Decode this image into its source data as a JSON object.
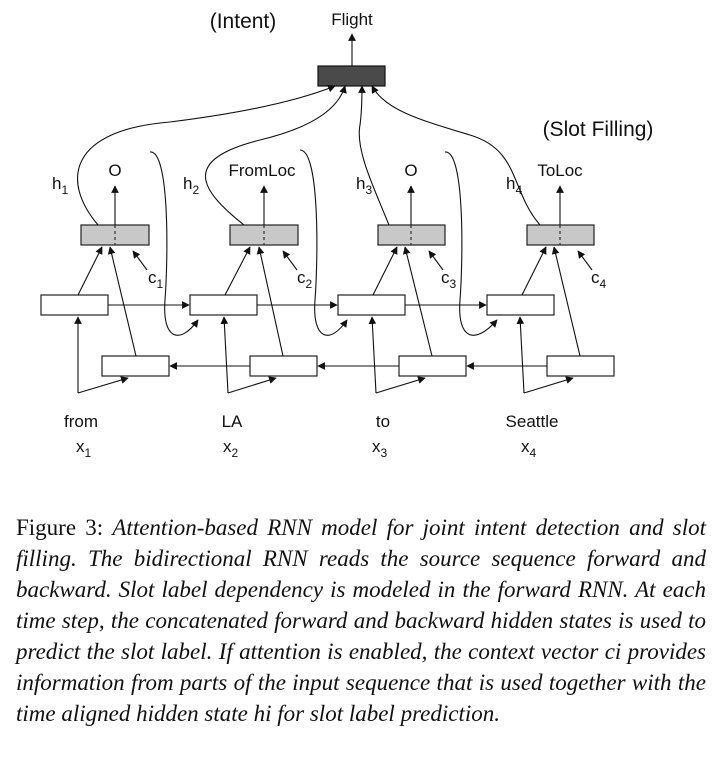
{
  "intent": {
    "tag": "(Intent)",
    "label": "Flight"
  },
  "slot_tag": "(Slot Filling)",
  "steps": [
    {
      "h": "h",
      "h_sub": "1",
      "output": "O",
      "c": "c",
      "c_sub": "1",
      "word": "from",
      "x": "x",
      "x_sub": "1"
    },
    {
      "h": "h",
      "h_sub": "2",
      "output": "FromLoc",
      "c": "c",
      "c_sub": "2",
      "word": "LA",
      "x": "x",
      "x_sub": "2"
    },
    {
      "h": "h",
      "h_sub": "3",
      "output": "O",
      "c": "c",
      "c_sub": "3",
      "word": "to",
      "x": "x",
      "x_sub": "3"
    },
    {
      "h": "h",
      "h_sub": "4",
      "output": "ToLoc",
      "c": "c",
      "c_sub": "4",
      "word": "Seattle",
      "x": "x",
      "x_sub": "4"
    }
  ],
  "caption": {
    "prefix": "Figure 3:",
    "text": "Attention-based RNN model for joint intent detection and slot filling.  The bidirectional RNN reads the source sequence forward and backward.  Slot label dependency is modeled in the forward RNN. At each time step, the concatenated forward and backward hidden states is used to predict the slot label. If attention is enabled, the context vector ci provides information from parts of the input sequence that is used together with the time aligned hidden state hi for slot label prediction."
  },
  "colors": {
    "intent_box": "#4a4a4a",
    "output_box": "#c8c8c8"
  }
}
